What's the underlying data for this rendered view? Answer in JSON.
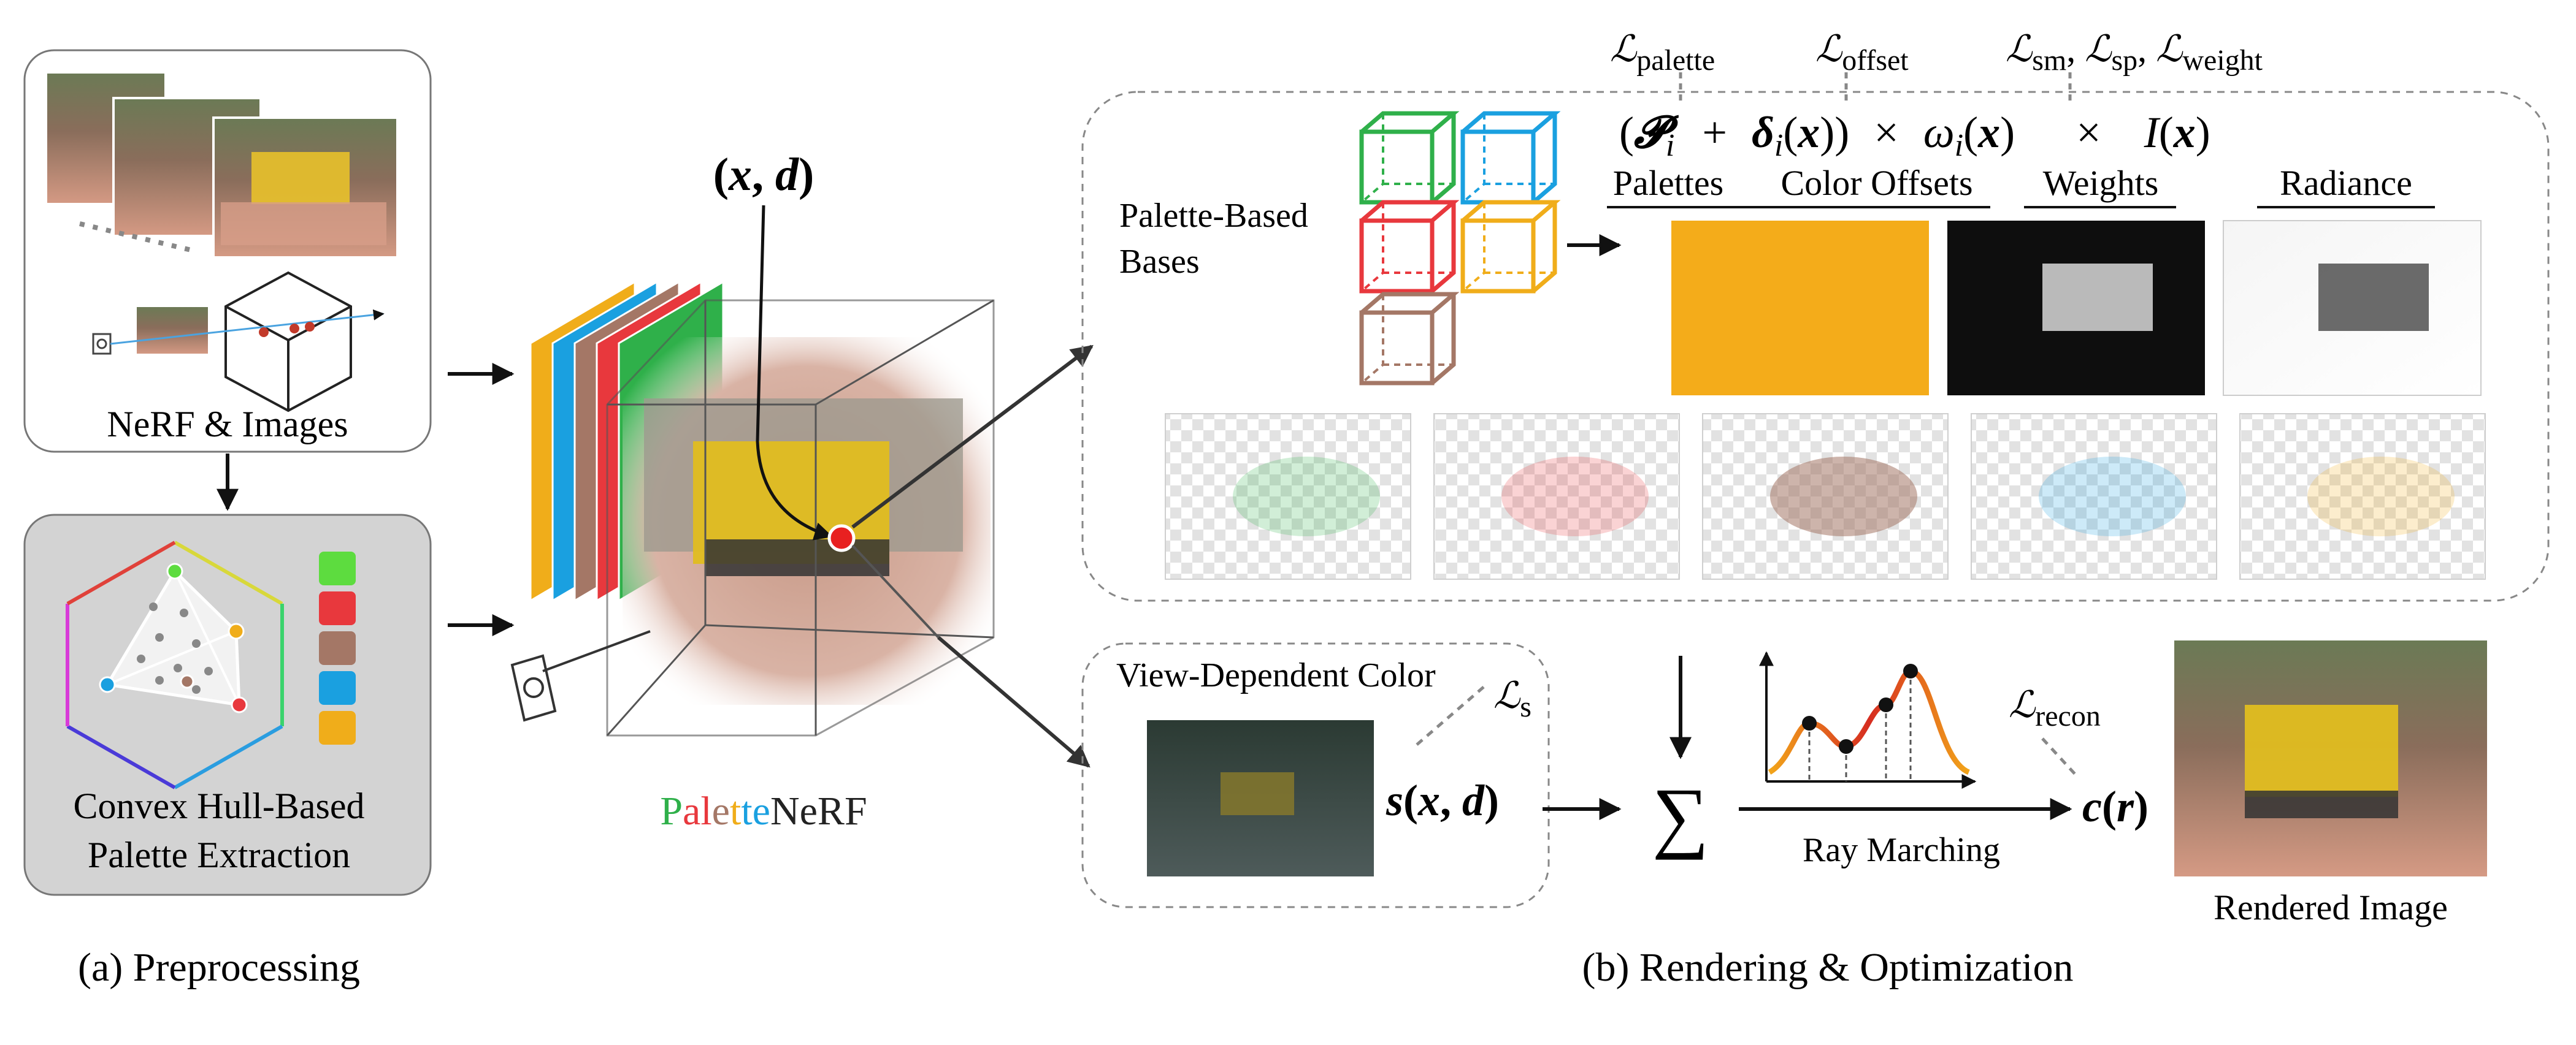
{
  "preprocessing": {
    "nerf_label": "NeRF & Images",
    "hull_label_line1": "Convex Hull-Based",
    "hull_label_line2": "Palette Extraction",
    "caption": "(a) Preprocessing",
    "palette_colors": [
      "#5ddc3f",
      "#e8383d",
      "#a47766",
      "#1aa0e0",
      "#f0ad1a"
    ]
  },
  "center": {
    "input_label": "(x, d)",
    "title_letters": [
      {
        "ch": "P",
        "color": "#2fb04a"
      },
      {
        "ch": "a",
        "color": "#e8383d"
      },
      {
        "ch": "l",
        "color": "#e8383d"
      },
      {
        "ch": "e",
        "color": "#a47766"
      },
      {
        "ch": "t",
        "color": "#f0ad1a"
      },
      {
        "ch": "t",
        "color": "#1aa0e0"
      },
      {
        "ch": "e",
        "color": "#1aa0e0"
      },
      {
        "ch": "N",
        "color": "#222222"
      },
      {
        "ch": "e",
        "color": "#222222"
      },
      {
        "ch": "R",
        "color": "#222222"
      },
      {
        "ch": "F",
        "color": "#222222"
      }
    ],
    "layer_colors": [
      "#f0ad1a",
      "#1aa0e0",
      "#a47766",
      "#e8383d",
      "#2fb04a"
    ]
  },
  "rendering": {
    "loss_palette": "palette",
    "loss_offset": "offset",
    "loss_sm": "sm",
    "loss_sp": "sp",
    "loss_weight": "weight",
    "loss_s": "s",
    "loss_recon": "recon",
    "bases_label_line1": "Palette-Based",
    "bases_label_line2": "Bases",
    "term_palettes": "Palettes",
    "term_offsets": "Color Offsets",
    "term_weights": "Weights",
    "term_radiance": "Radiance",
    "view_dependent_label": "View-Dependent Color",
    "ray_marching_label": "Ray Marching",
    "rendered_label": "Rendered Image",
    "caption": "(b) Rendering & Optimization",
    "cube_colors": [
      "#2fb04a",
      "#1aa0e0",
      "#e8383d",
      "#f0ad1a",
      "#a47766"
    ]
  }
}
